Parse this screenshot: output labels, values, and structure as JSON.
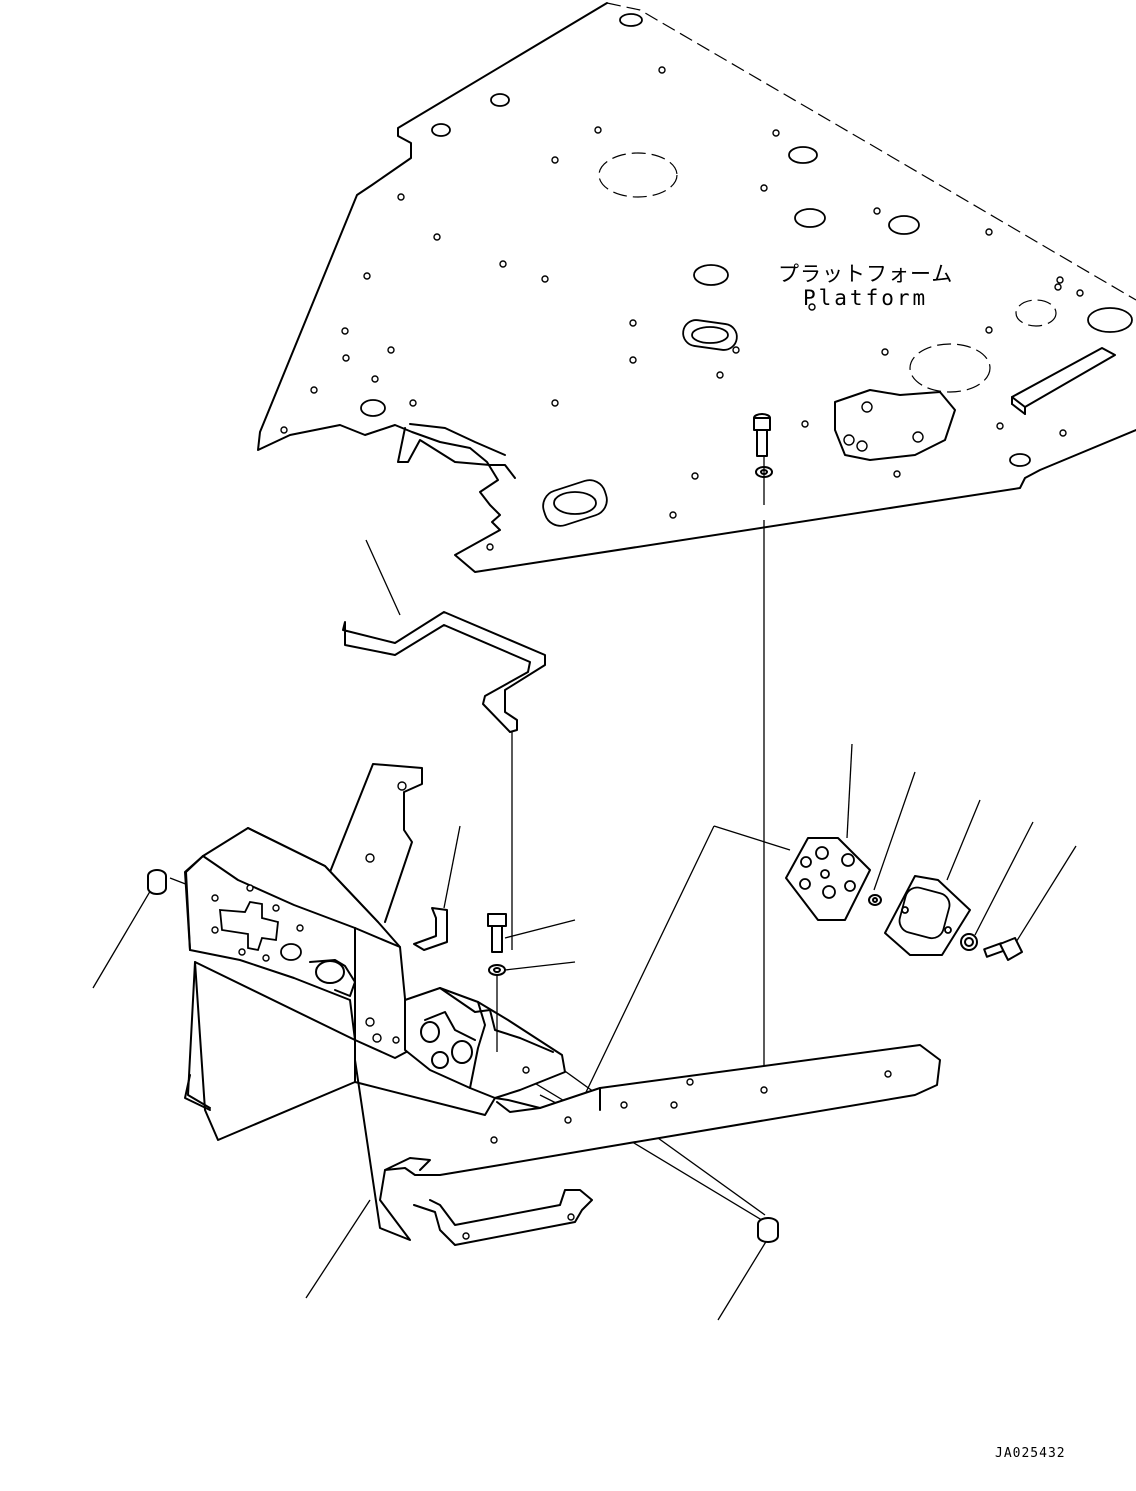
{
  "labels": {
    "platform_jp": "プラットフォーム",
    "platform_en": "Platform",
    "drawing_id": "JA025432"
  }
}
